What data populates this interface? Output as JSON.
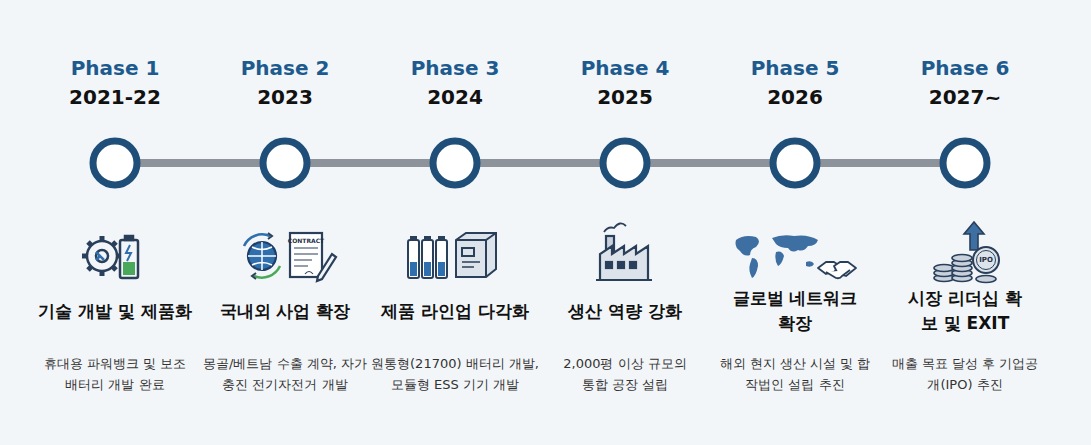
{
  "diagram": {
    "nodes": [
      {
        "text": [
          "Phase 1",
          "2021-22",
          "기술 개발 및 제품화",
          "휴대용 파워뱅크 및 보조배터리 개발 완료"
        ]
      },
      {
        "text": [
          "Phase 2",
          "2023",
          "국내외 사업 확장",
          "몽골/베트남 수출 계약, 자가충진 전기자전거 개발"
        ]
      },
      {
        "text": [
          "Phase 3",
          "2024",
          "제품 라인업 다각화",
          "원통형(21700) 배터리 개발, 모듈형 ESS 기기 개발"
        ]
      },
      {
        "text": [
          "Phase 4",
          "2025",
          "생산 역량 강화",
          "2,000평 이상 규모의 통합 공장 설립"
        ]
      },
      {
        "text": [
          "Phase 5",
          "2026",
          "글로벌 네트워크 확장",
          "해외 현지 생산 시설 및 합작법인 설립 추진"
        ]
      },
      {
        "text": [
          "Phase 6",
          "2027~",
          "시장 리더십 확보 및 EXIT",
          "매출 목표 달성 후 기업공개(IPO) 추진"
        ]
      }
    ],
    "edges": [
      {
        "from": 0,
        "to": 1,
        "arrow": "none"
      },
      {
        "from": 1,
        "to": 2,
        "arrow": "none"
      },
      {
        "from": 2,
        "to": 3,
        "arrow": "none"
      },
      {
        "from": 3,
        "to": 4,
        "arrow": "none"
      },
      {
        "from": 4,
        "to": 5,
        "arrow": "none"
      }
    ],
    "labels": [
      "CONTRACT",
      "IPO"
    ]
  }
}
